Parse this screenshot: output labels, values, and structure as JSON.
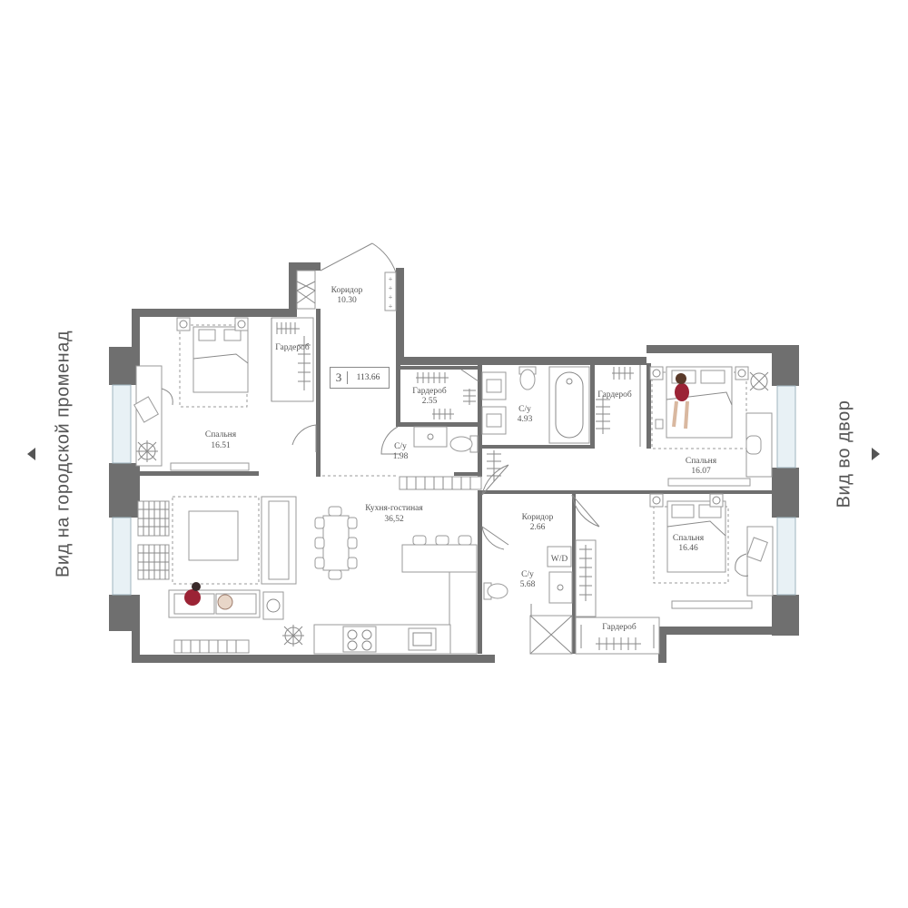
{
  "side_labels": {
    "left": "Вид на городской променад",
    "right": "Вид во двор"
  },
  "apartment": {
    "rooms": "3",
    "area": "113.66"
  },
  "rooms": {
    "corridor_entry": {
      "name": "Коридор",
      "area": "10.30"
    },
    "bedroom_left": {
      "name": "Спальня",
      "area": "16.51"
    },
    "wardrobe_left": {
      "name": "Гардероб"
    },
    "wardrobe_center": {
      "name": "Гардероб",
      "area": "2.55"
    },
    "bath_small": {
      "name": "С/у",
      "area": "1.98"
    },
    "bath_center": {
      "name": "С/у",
      "area": "4.93"
    },
    "wardrobe_right": {
      "name": "Гардероб"
    },
    "bedroom_right_top": {
      "name": "Спальня",
      "area": "16.07"
    },
    "kitchen_living": {
      "name": "Кухня-гостиная",
      "area": "36,52"
    },
    "corridor_mid": {
      "name": "Коридор",
      "area": "2.66"
    },
    "bedroom_right_bottom": {
      "name": "Спальня",
      "area": "16.46"
    },
    "bath_bottom": {
      "name": "С/у",
      "area": "5.68"
    },
    "wd": {
      "name": "W/D"
    },
    "wardrobe_bottom": {
      "name": "Гардероб"
    }
  },
  "colors": {
    "wall": "#6f6f6f",
    "line": "#8a8a8a",
    "accent_figure": "#9b2335",
    "glass": "#e8f1f5"
  },
  "icons": [
    "left-arrow-icon",
    "right-arrow-icon",
    "bed-icon",
    "desk-icon",
    "sofa-icon",
    "dining-table-icon",
    "stove-icon",
    "sink-icon",
    "bathtub-icon",
    "toilet-icon",
    "shower-icon",
    "plant-icon",
    "person-icon",
    "hanger-icon"
  ]
}
